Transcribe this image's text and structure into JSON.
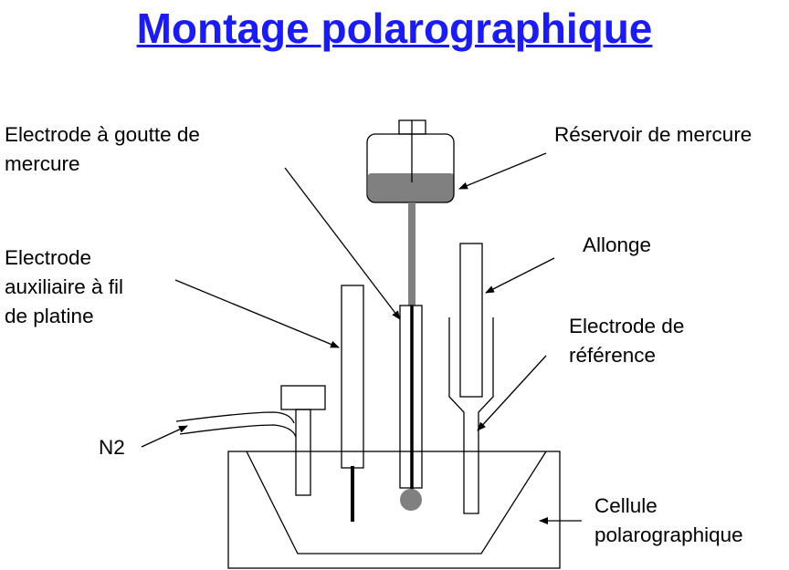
{
  "title": "Montage polarographique",
  "labels": {
    "drop_electrode": [
      "Electrode à goutte de",
      "mercure"
    ],
    "reservoir": "Réservoir de mercure",
    "allonge": "Allonge",
    "auxiliary_electrode": [
      "Electrode",
      "auxiliaire à fil",
      "de platine"
    ],
    "reference_electrode": [
      "Electrode de",
      "référence"
    ],
    "n2": "N2",
    "cell": [
      "Cellule",
      "polarographique"
    ]
  },
  "colors": {
    "title": "#1a1aff",
    "mercury": "#808080",
    "line": "#000000"
  }
}
